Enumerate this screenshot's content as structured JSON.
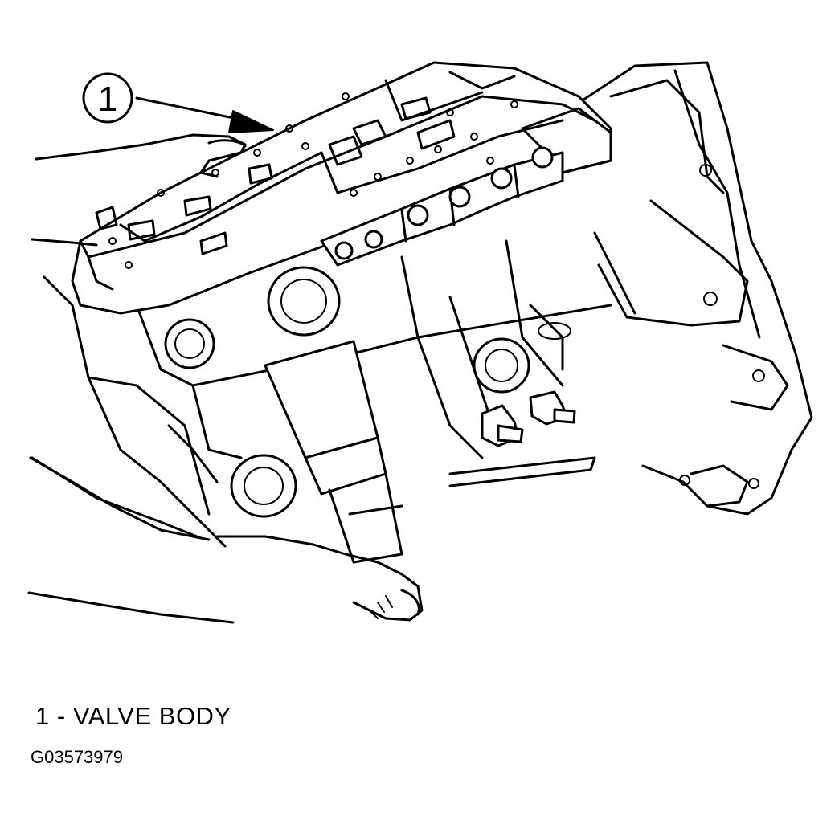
{
  "callout": {
    "number": "1"
  },
  "legend": [
    {
      "number": "1",
      "separator": " - ",
      "label": "VALVE BODY"
    }
  ],
  "figure_id": "G03573979",
  "colors": {
    "ink": "#000000",
    "paper": "#ffffff"
  }
}
